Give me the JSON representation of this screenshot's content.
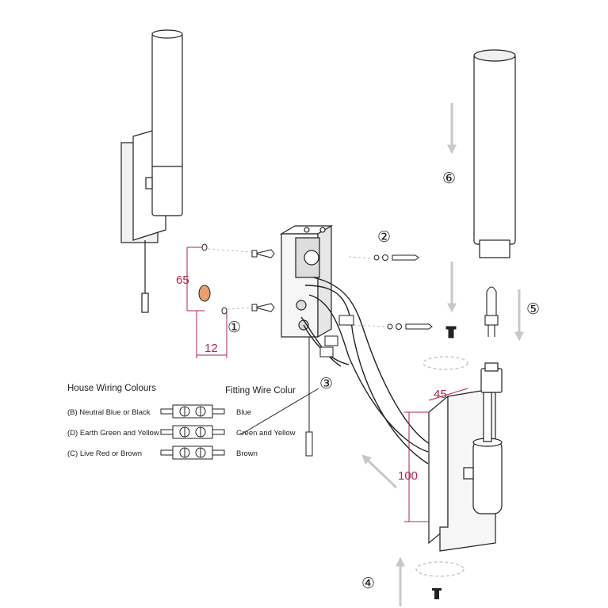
{
  "steps": [
    "①",
    "②",
    "③",
    "④",
    "⑤",
    "⑥"
  ],
  "dimensions": {
    "height_mm": "65",
    "offset_mm": "12",
    "width_mm": "45",
    "length_mm": "100"
  },
  "wiring": {
    "title": "House Wiring Colours",
    "fitting_title": "Fitting Wire Colur",
    "rows": [
      {
        "house": "(B) Neutral Blue or Black",
        "fitting": "Blue"
      },
      {
        "house": "(D) Earth Green and Yellow",
        "fitting": "Green and Yellow"
      },
      {
        "house": "(C) Live Red or Brown",
        "fitting": "Brown"
      }
    ]
  },
  "colors": {
    "line": "#222222",
    "dimension": "#b0264a",
    "arrow": "#c8c8c8"
  }
}
